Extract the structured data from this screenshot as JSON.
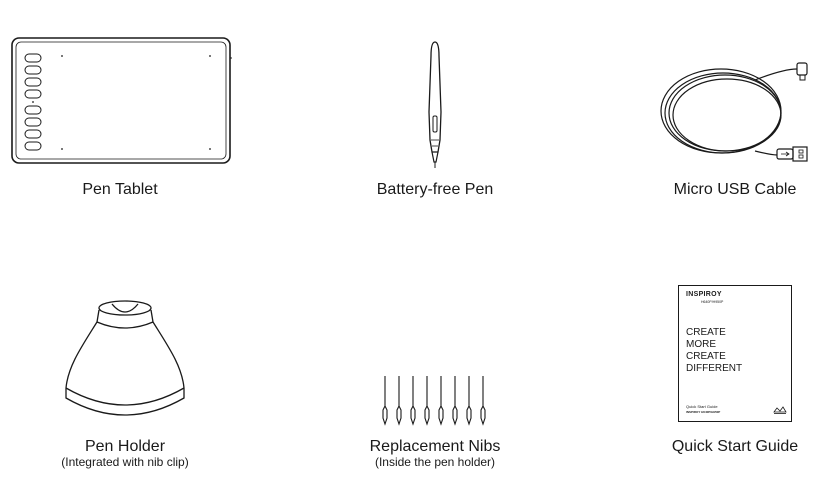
{
  "items": [
    {
      "id": "pen-tablet",
      "label": "Pen Tablet",
      "sublabel": ""
    },
    {
      "id": "battery-free-pen",
      "label": "Battery-free Pen",
      "sublabel": ""
    },
    {
      "id": "micro-usb-cable",
      "label": "Micro USB Cable",
      "sublabel": ""
    },
    {
      "id": "pen-holder",
      "label": "Pen Holder",
      "sublabel": "(Integrated with nib clip)"
    },
    {
      "id": "replacement-nibs",
      "label": "Replacement Nibs",
      "sublabel": "(Inside the pen holder)"
    },
    {
      "id": "quick-start-guide",
      "label": "Quick Start Guide",
      "sublabel": ""
    }
  ],
  "guide": {
    "brand": "INSPIROY",
    "model": "H640P/H950P",
    "lines": [
      "CREATE",
      "MORE",
      "CREATE",
      "DIFFERENT"
    ],
    "footer_title": "Quick Start Guide",
    "footer_model": "INSPIROY H640P/H950P"
  },
  "colors": {
    "line": "#1a1a1a",
    "background": "#ffffff"
  }
}
